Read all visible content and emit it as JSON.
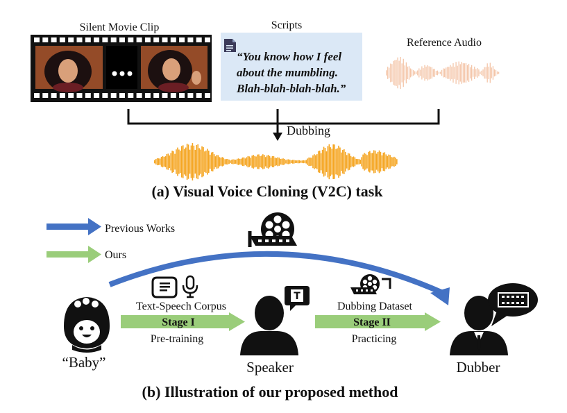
{
  "part_a": {
    "inputs": {
      "video_label": "Silent Movie Clip",
      "ellipsis": "...",
      "scripts_label": "Scripts",
      "script_lines": [
        "“You know how I feel",
        "about the mumbling.",
        "Blah-blah-blah-blah.”"
      ],
      "reference_audio_label": "Reference Audio"
    },
    "process_label": "Dubbing",
    "caption": "(a) Visual Voice Cloning (V2C) task",
    "colors": {
      "script_box": "#dbe8f6",
      "reference_wave": "#f4c5a8",
      "output_wave": "#f5a623",
      "film": "#111111"
    }
  },
  "part_b": {
    "legend": {
      "previous": "Previous Works",
      "ours": "Ours",
      "previous_color": "#4472c4",
      "ours_color": "#9acd7a"
    },
    "actors": {
      "baby": "“Baby”",
      "speaker": "Speaker",
      "dubber": "Dubber"
    },
    "stage1": {
      "data_label": "Text-Speech Corpus",
      "stage_label": "Stage I",
      "activity": "Pre-training",
      "icons": [
        "script-icon",
        "microphone-icon"
      ]
    },
    "stage2": {
      "data_label": "Dubbing Dataset",
      "stage_label": "Stage II",
      "activity": "Practicing",
      "icons": [
        "film-reel-icon"
      ]
    },
    "speaker_bubble_letter": "T",
    "caption": "(b) Illustration of our proposed method"
  }
}
